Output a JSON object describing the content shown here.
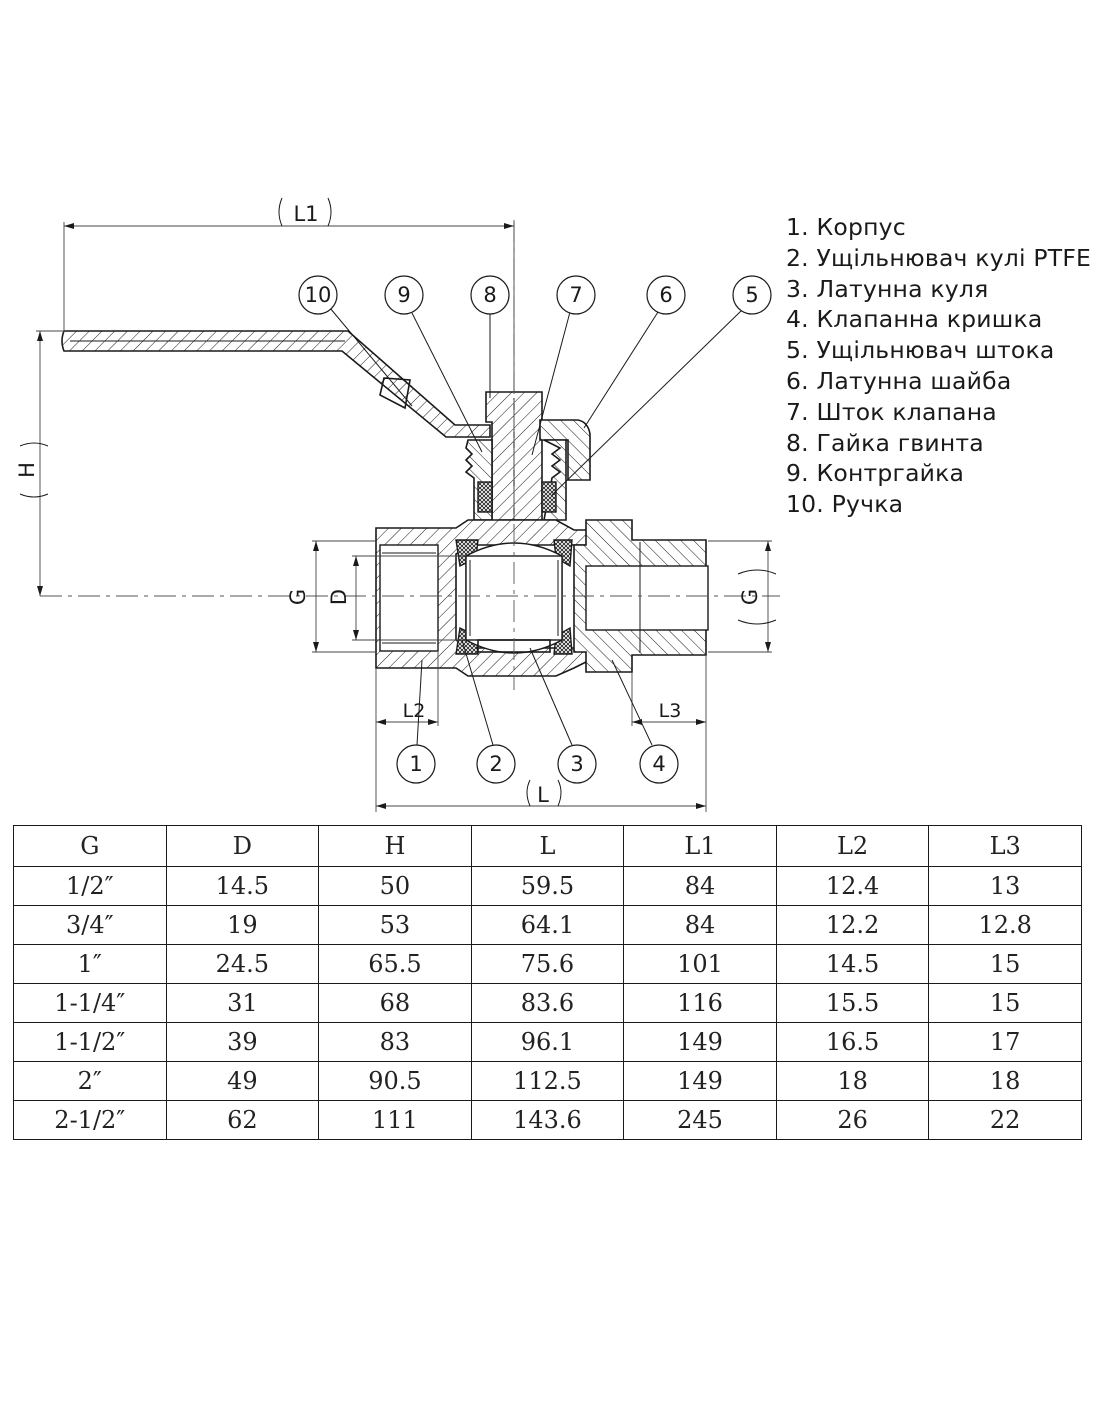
{
  "drawing": {
    "dimensions": {
      "L1": "L1",
      "H": "H",
      "G_left": "G",
      "D": "D",
      "G_right": "G",
      "L2": "L2",
      "L3": "L3",
      "L": "L"
    },
    "callouts": [
      "1",
      "2",
      "3",
      "4",
      "5",
      "6",
      "7",
      "8",
      "9",
      "10"
    ]
  },
  "legend": [
    "1. Корпус",
    "2. Ущільнювач кулі PTFE",
    "3. Латунна куля",
    "4. Клапанна кришка",
    "5. Ущільнювач штока",
    "6. Латунна шайба",
    "7. Шток клапана",
    "8. Гайка гвинта",
    "9. Контргайка",
    "10. Ручка"
  ],
  "table": {
    "headers": [
      "G",
      "D",
      "H",
      "L",
      "L1",
      "L2",
      "L3"
    ],
    "rows": [
      [
        "1/2″",
        "14.5",
        "50",
        "59.5",
        "84",
        "12.4",
        "13"
      ],
      [
        "3/4″",
        "19",
        "53",
        "64.1",
        "84",
        "12.2",
        "12.8"
      ],
      [
        "1″",
        "24.5",
        "65.5",
        "75.6",
        "101",
        "14.5",
        "15"
      ],
      [
        "1-1/4″",
        "31",
        "68",
        "83.6",
        "116",
        "15.5",
        "15"
      ],
      [
        "1-1/2″",
        "39",
        "83",
        "96.1",
        "149",
        "16.5",
        "17"
      ],
      [
        "2″",
        "49",
        "90.5",
        "112.5",
        "149",
        "18",
        "18"
      ],
      [
        "2-1/2″",
        "62",
        "111",
        "143.6",
        "245",
        "26",
        "22"
      ]
    ]
  }
}
